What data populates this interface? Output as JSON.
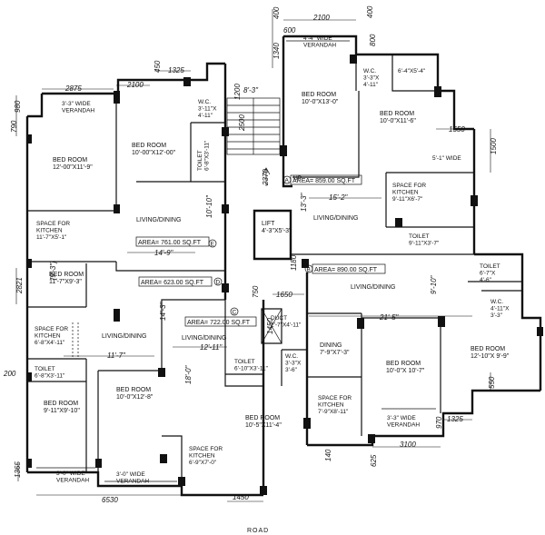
{
  "rooms": {
    "verandah_top_left": "3'-3\" WIDE\nVERANDAH",
    "bed_room_1": "BED ROOM\n12'-00\"X11'-9\"",
    "bed_room_2": "BED ROOM\n10'-00\"X12'-00\"",
    "wc_1": "W.C.\n3'-11\"X\n4'-11\"",
    "toilet_1": "TOILET\n6'-8\"X3'-11\"",
    "verandah_top_mid": "4'-4\" WIDE\nVERANDAH",
    "bed_room_3": "BED ROOM\n10'-0\"X13'-0\"",
    "wc_2": "W.C.\n3'-3\"X\n4'-11\"",
    "room_dim_top_right": "6'-4\"X5'-4\"",
    "bed_room_4": "BED ROOM\n10'-0\"X11'-6\"",
    "wide_5_1": "5'-1\" WIDE",
    "kitchen_1": "SPACE FOR\nKITCHEN\n11'-7\"X5'-1\"",
    "living_dining_1": "LIVING/DINING",
    "dim_10_10": "10'-10\"",
    "lift": "LIFT\n4'-3\"X5'-3\"",
    "up": "UP",
    "living_dining_2": "LIVING/DINING",
    "kitchen_2": "SPACE FOR\nKITCHEN\n9'-11\"X6'-7\"",
    "toilet_2": "TOILET\n9'-11\"X3'-7\"",
    "dim_15_2": "15'-2\"",
    "dim_13_3": "13'-3\"",
    "bed_room_5": "BED ROOM\n11'-7\"X9'-3\"",
    "dim_9_3": "[9'-3\"]",
    "dim_14_9": "14'-9\"",
    "kitchen_3": "SPACE FOR\nKITCHEN\n6'-8\"X4'-11\"",
    "living_dining_3": "LIVING/DINING",
    "dim_11_7": "11'-7\"",
    "toilet_3": "TOILET\n6'-8\"X3'-11\"",
    "bed_room_6": "BED ROOM\n9'-11\"X9'-10\"",
    "verandah_bottom_left": "3'-0\" WIDE\nVERANDAH",
    "dim_14_3": "14'-3\"",
    "living_dining_4": "LIVING/DINING",
    "dim_12_11": "12'-11\"",
    "dim_18_0": "18'-0\"",
    "bed_room_7": "BED ROOM\n10'-0\"X12'-8\"",
    "verandah_bottom_mid": "3'-0\" WIDE\nVERANDAH",
    "toilet_4": "TOILET\n6'-10\"X3'-11\"",
    "duct": "DUCT\n2'-7\"X4'-11\"",
    "wc_3": "W.C.\n3'-3\"X\n3'-6\"",
    "bed_room_8": "BED ROOM\n10'-5\"X11'-4\"",
    "kitchen_4": "SPACE FOR\nKITCHEN\n6'-9\"X7'-0\"",
    "living_dining_5": "LIVING/DINING",
    "dim_9_10": "9'-10\"",
    "dim_21_5": "21'-5\"",
    "toilet_5": "TOILET\n6'-7\"X\n4'-6\"",
    "wc_4": "W.C.\n4'-11\"X\n3'-3\"",
    "dining": "DINING\n7'-9\"X7'-3\"",
    "bed_room_9": "BED ROOM\n10'-0\"X 10'-7\"",
    "bed_room_10": "BED ROOM\n12'-10\"X 9'-9\"",
    "kitchen_5": "SPACE FOR\nKITCHEN\n7'-9\"X8'-11\"",
    "verandah_bottom_right": "3'-3\" WIDE\nVERANDAH",
    "stair_dim": "8'-3\""
  },
  "areas": {
    "a": "AREA= 859.00 SQ.FT",
    "b": "AREA= 890.00 SQ.FT",
    "c": "AREA= 722.00 SQ.FT",
    "d": "AREA= 623.00 SQ.FT",
    "e": "AREA= 761.00 SQ.FT"
  },
  "area_markers": {
    "a": "A",
    "b": "B",
    "c": "C",
    "d": "D",
    "e": "E"
  },
  "dimensions": {
    "d400_left": "400",
    "d2100_top": "2100",
    "d400_right": "400",
    "d600": "600",
    "d800": "800",
    "d1340": "1340",
    "d450": "450",
    "d1325_top": "1325",
    "d2875": "2875",
    "d2100_left": "2100",
    "d980": "980",
    "d790": "790",
    "d1200": "1200",
    "d2500": "2500",
    "d1550": "1550",
    "d1500": "1500",
    "d2370": "2370",
    "d1180": "1180",
    "d2821": "2821",
    "d750": "750",
    "d1650": "1650",
    "d1450_duct": "1450",
    "d200": "200",
    "d550": "550",
    "d970": "970",
    "d1325_bottom": "1325",
    "d3100": "3100",
    "d1450_road": "1450",
    "d140": "140",
    "d625": "625",
    "d1365": "1365",
    "d6530": "6530"
  },
  "road": "ROAD"
}
